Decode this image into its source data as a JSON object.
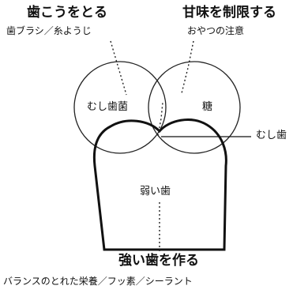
{
  "left_top": {
    "title": "歯こうをとる",
    "subtitle": "歯ブラシ／糸ようじ"
  },
  "right_top": {
    "title": "甘味を制限する",
    "subtitle": "おやつの注意"
  },
  "left_circle_label": "むし歯菌",
  "right_circle_label": "糖",
  "side_label": "むし歯",
  "tooth_label": "弱い歯",
  "bottom": {
    "title": "強い歯を作る",
    "subtitle": "バランスのとれた栄養／フッ素／シーラント"
  }
}
